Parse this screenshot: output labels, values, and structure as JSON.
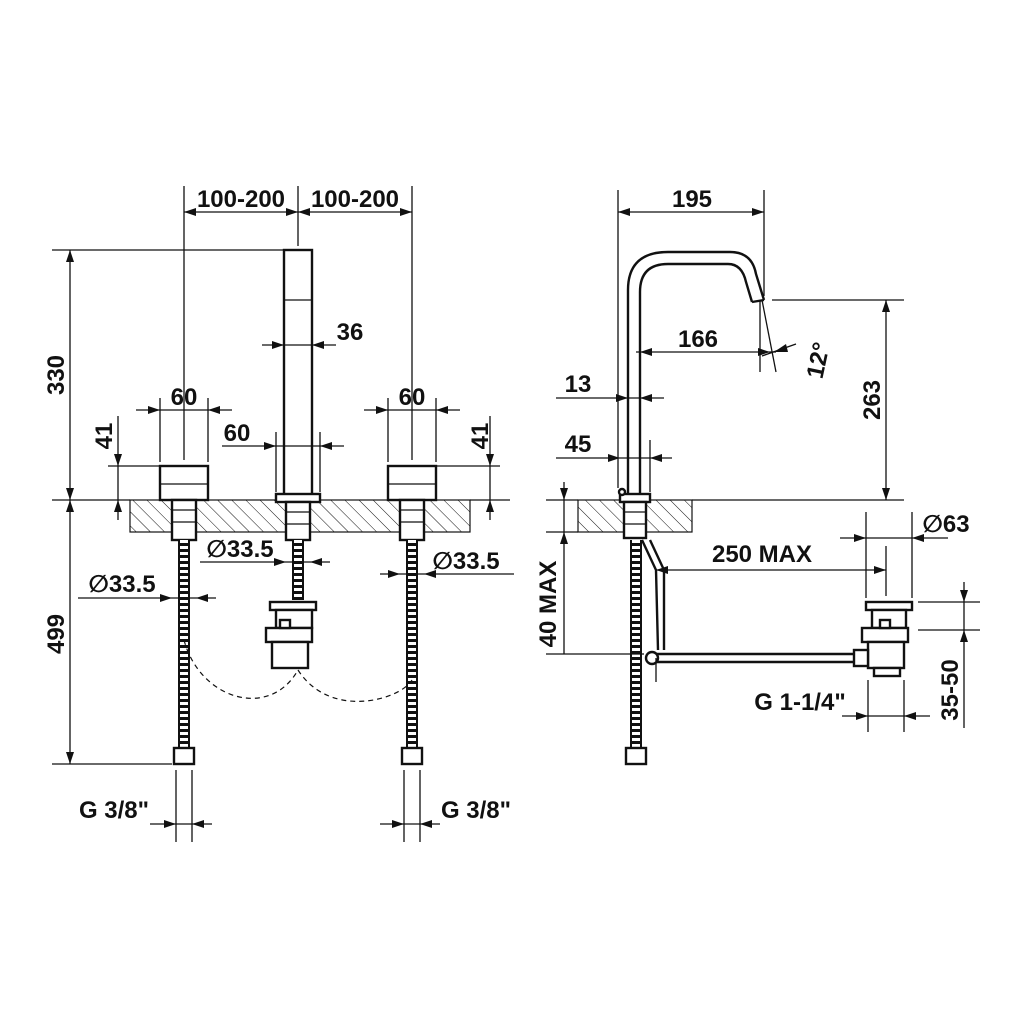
{
  "front_view": {
    "dims": {
      "spacing_left": "100-200",
      "spacing_right": "100-200",
      "height_total": "330",
      "spout_width": "36",
      "knob_left_width": "60",
      "knob_right_width": "60",
      "spout_base_width": "60",
      "knob_left_height": "41",
      "knob_right_height": "41",
      "shank_center": "∅33.5",
      "shank_right": "∅33.5",
      "shank_left": "∅33.5",
      "below_deck": "499",
      "conn_left": "G 3/8\"",
      "conn_right": "G 3/8\""
    }
  },
  "side_view": {
    "dims": {
      "reach": "195",
      "spout_height": "263",
      "spout_inner": "166",
      "angle": "12°",
      "stem_13": "13",
      "stem_45": "45",
      "waste_dia": "∅63",
      "rod_length": "250 MAX",
      "deck_thickness": "40 MAX",
      "waste_adjust": "35-50",
      "waste_thread": "G 1-1/4\""
    }
  }
}
